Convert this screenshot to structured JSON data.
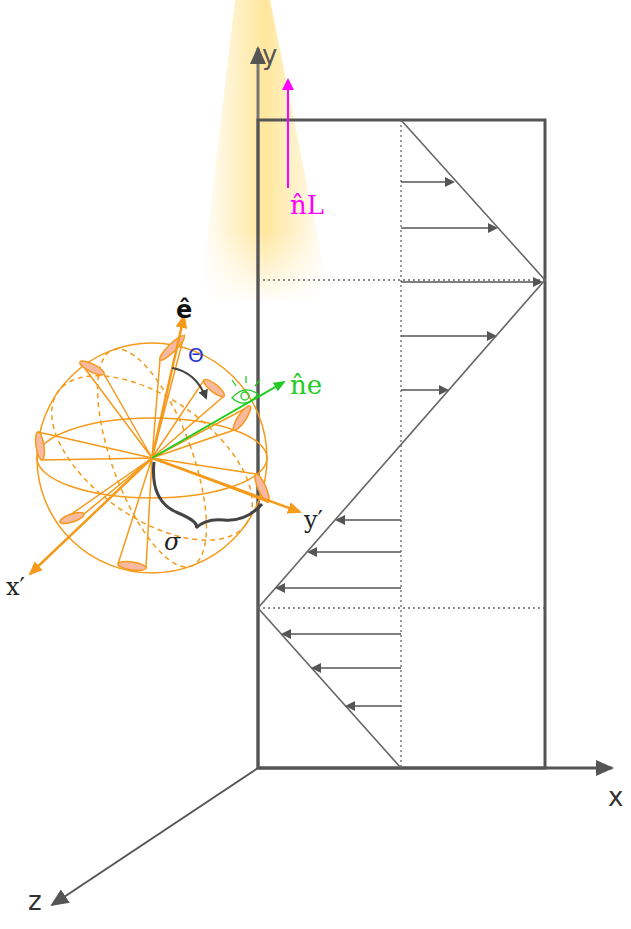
{
  "diagram": {
    "labels": [
      "y",
      "x",
      "z",
      "n̂L",
      "ê",
      "Θ",
      "n̂e",
      "y′",
      "x′",
      "σ"
    ]
  }
}
